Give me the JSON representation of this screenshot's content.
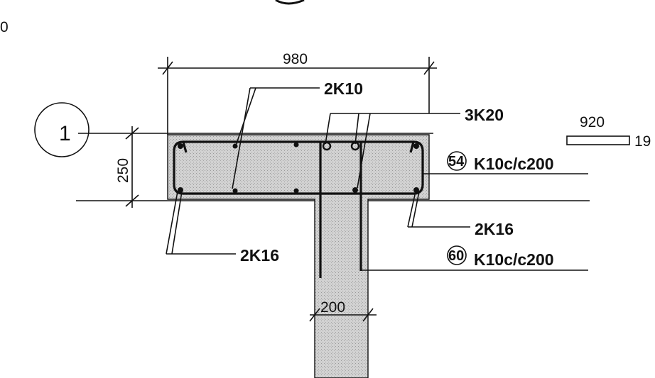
{
  "drawing": {
    "left_edge_fragment": "0",
    "section_mark": "1",
    "dim_flange_width": "980",
    "dim_flange_height": "250",
    "dim_web_width": "200",
    "bar_top": "2K10",
    "bar_top_middle": "3K20",
    "bar_bottom_left": "2K16",
    "bar_bottom_right": "2K16",
    "stirrup_flange_mark": "54",
    "stirrup_flange_spec": "K10c/c200",
    "stirrup_web_mark": "60",
    "stirrup_web_spec": "K10c/c200",
    "shape_length": "920",
    "shape_height_fragment": "19"
  },
  "colors": {
    "concrete_fill": "#cfcfcf",
    "line": "#111111"
  }
}
